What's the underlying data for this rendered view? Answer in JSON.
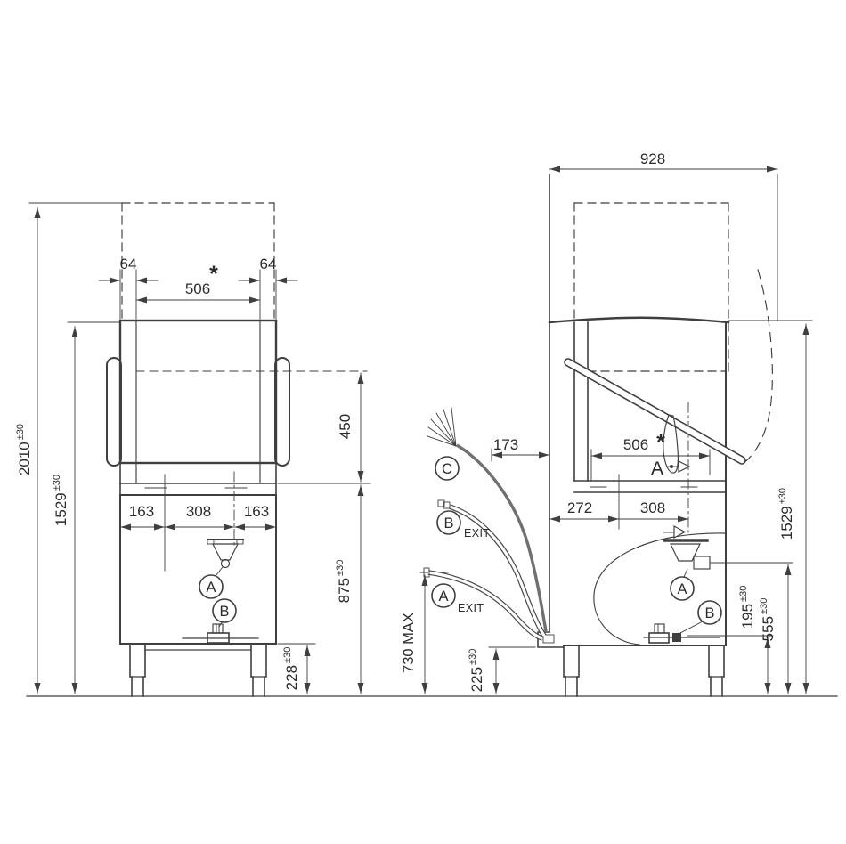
{
  "fv": {
    "d2010": {
      "v": "2010",
      "tol": "±30"
    },
    "d1529": {
      "v": "1529",
      "tol": "±30"
    },
    "d64l": "64",
    "d64r": "64",
    "star": "*",
    "d506": "506",
    "d163l": "163",
    "d308": "308",
    "d163r": "163",
    "d450": "450",
    "d875": {
      "v": "875",
      "tol": "±30"
    },
    "d228": {
      "v": "228",
      "tol": "±30"
    },
    "ca": "A",
    "cb": "B"
  },
  "sv": {
    "d928": "928",
    "d173": "173",
    "d506": {
      "v": "506",
      "star": "*"
    },
    "d272": "272",
    "d308": "308",
    "d1529": {
      "v": "1529",
      "tol": "±30"
    },
    "d555": {
      "v": "555",
      "tol": "±30"
    },
    "d195": {
      "v": "195",
      "tol": "±30"
    },
    "d225": {
      "v": "225",
      "tol": "±30"
    },
    "d730": "730 MAX",
    "am": "A",
    "ca": "A",
    "cb": "B",
    "cc": "C",
    "exit_a": "EXIT",
    "exit_b": "EXIT"
  },
  "colors": {
    "line": "#3f3f3f",
    "cable": "#707070",
    "background": "#ffffff"
  }
}
